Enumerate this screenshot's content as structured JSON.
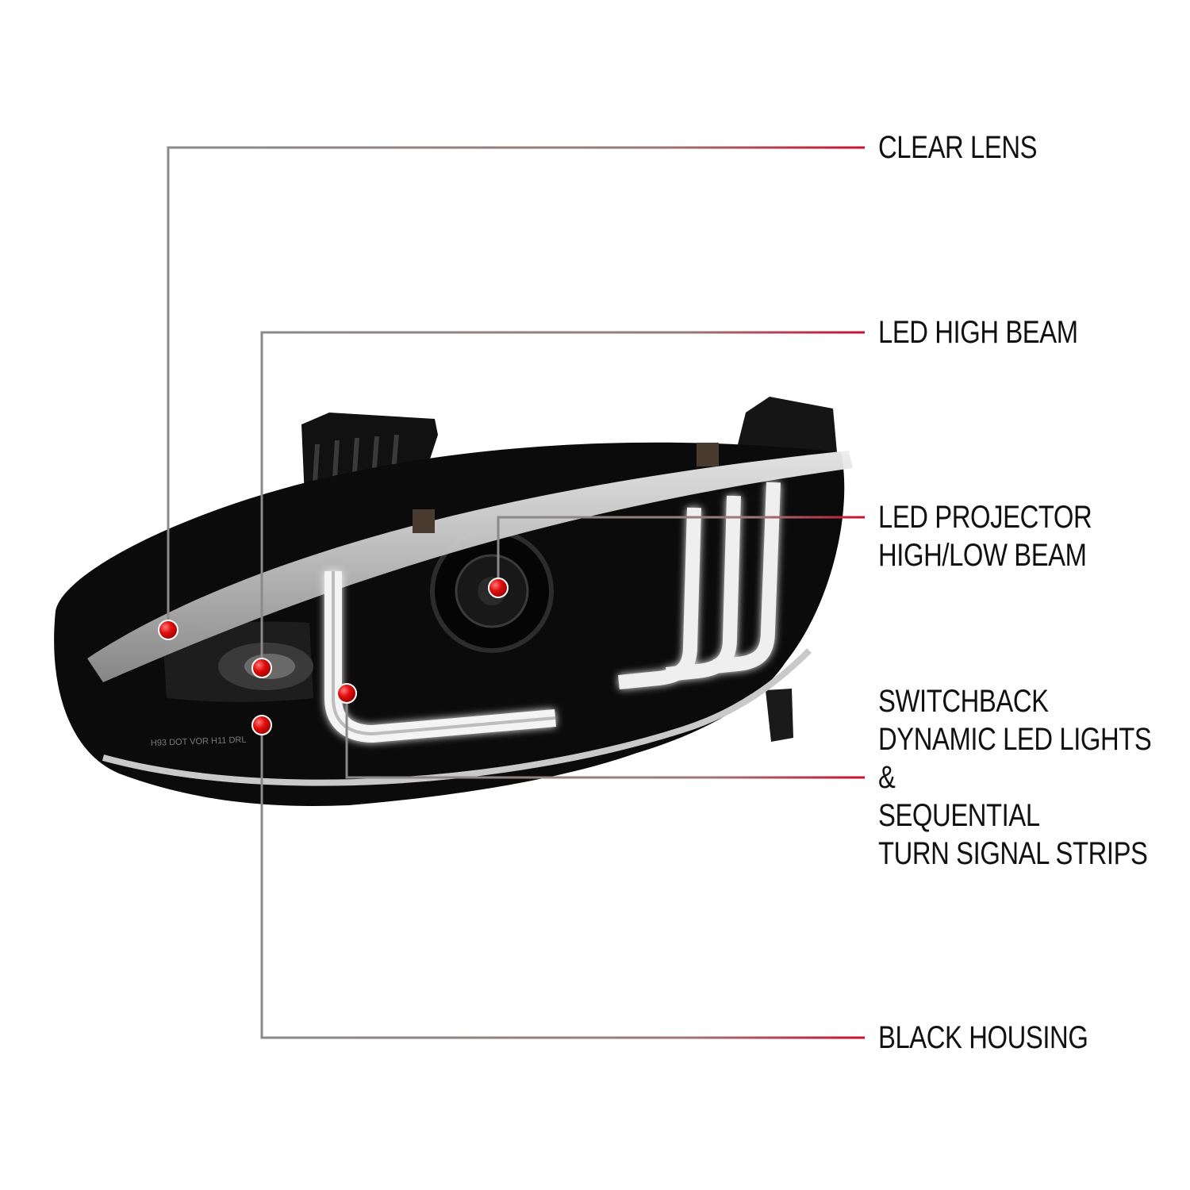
{
  "colors": {
    "leader_line": "#8a8a8a",
    "leader_accent": "#c8102e",
    "marker_dot": "#e10e0e",
    "housing": "#0b0b0b",
    "lens_chrome": "#cfcfcf",
    "drl_glow": "#f4f4f4",
    "label_text": "#111111"
  },
  "callouts": [
    {
      "id": "clear-lens",
      "lines": [
        "CLEAR LENS"
      ]
    },
    {
      "id": "led-high-beam",
      "lines": [
        "LED HIGH BEAM"
      ]
    },
    {
      "id": "led-projector",
      "lines": [
        "LED PROJECTOR",
        "HIGH/LOW BEAM"
      ]
    },
    {
      "id": "switchback",
      "lines": [
        "SWITCHBACK",
        "DYNAMIC LED LIGHTS",
        "&",
        "SEQUENTIAL",
        "TURN SIGNAL STRIPS"
      ]
    },
    {
      "id": "black-housing",
      "lines": [
        "BLACK HOUSING"
      ]
    }
  ],
  "housing_imprint": "H93 DOT VOR H11 DRL"
}
